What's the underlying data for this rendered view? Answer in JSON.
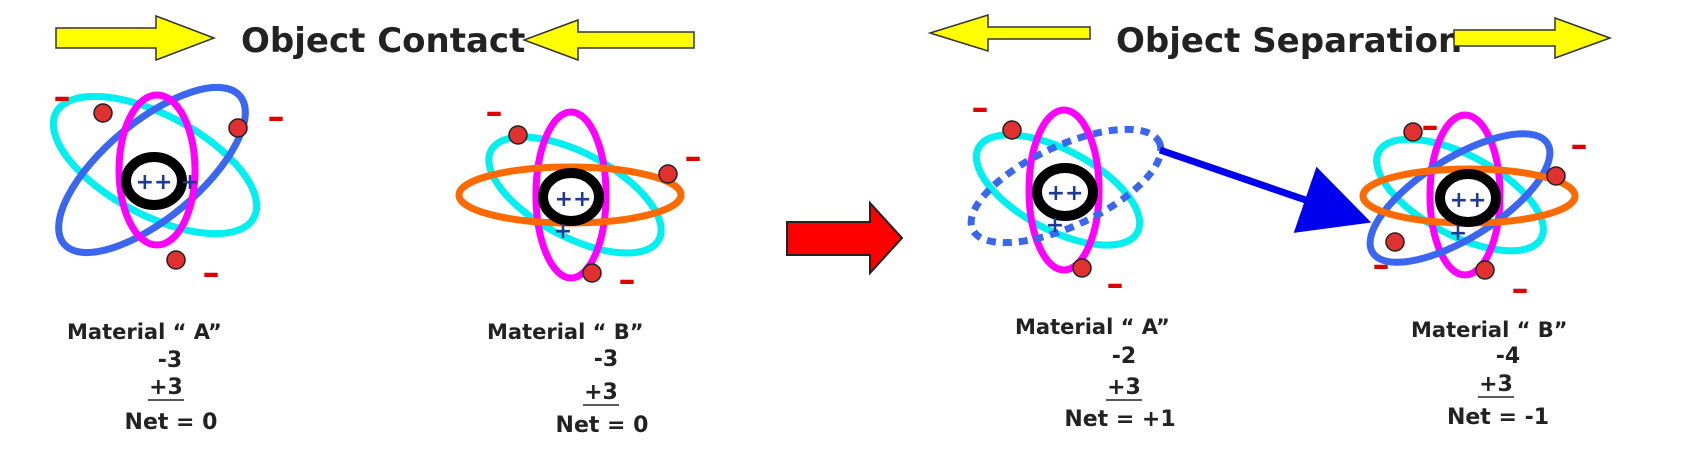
{
  "headings": {
    "contact": "Object Contact",
    "separation": "Object Separation"
  },
  "materials": {
    "contact_a": {
      "label": "Material “ A”",
      "negative": "-3",
      "positive": "+3",
      "net": "Net = 0"
    },
    "contact_b": {
      "label": "Material “ B”",
      "negative": "-3",
      "positive": "+3",
      "net": "Net = 0"
    },
    "separation_a": {
      "label": "Material “ A”",
      "negative": "-2",
      "positive": "+3",
      "net": "Net = +1"
    },
    "separation_b": {
      "label": "Material “ B”",
      "negative": "-4",
      "positive": "+3",
      "net": "Net = -1"
    }
  },
  "symbols": {
    "proton_pair": "++",
    "proton_single": "+",
    "electron_charge": "–"
  },
  "colors": {
    "yellow_arrow": "#ffff00",
    "red_arrow": "#ff0000",
    "transfer_arrow": "#0000ee",
    "cyan_orbit": "#00f0f0",
    "magenta_orbit": "#ff00ff",
    "blue_orbit": "#3a66f0",
    "orange_orbit": "#ff6a00",
    "electron": "#e03030",
    "nucleus": "#000000",
    "negative_sign": "#e00000",
    "proton_text": "#1f3a93"
  },
  "icons": {
    "left_arrow": "block-arrow-right-icon",
    "right_arrow": "block-arrow-left-icon",
    "process_arrow": "block-arrow-right-icon",
    "transfer": "electron-transfer-arrow-icon"
  }
}
